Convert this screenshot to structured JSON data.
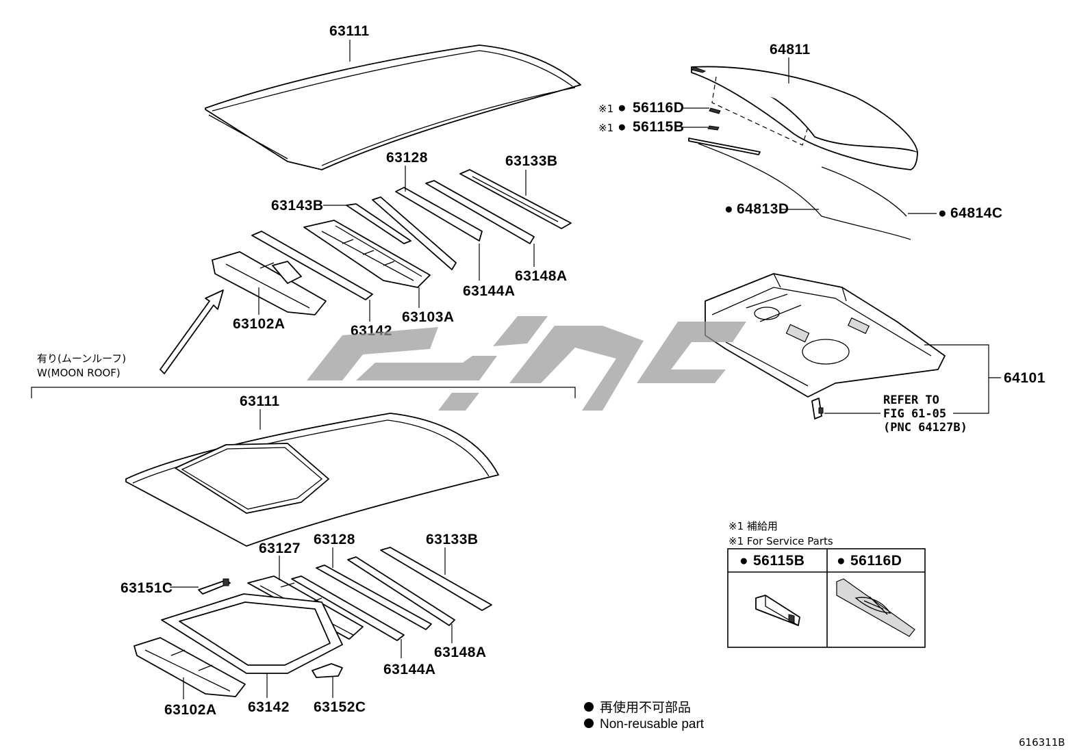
{
  "labels": {
    "roof_top": "63111",
    "rail_63128_top": "63128",
    "rail_63133b_top": "63133B",
    "rail_63143b_top": "63143B",
    "rail_63144a_top": "63144A",
    "rail_63148a_top": "63148A",
    "panel_63103a_top": "63103A",
    "rail_63142_top": "63142",
    "panel_63102a_top": "63102A",
    "roof_moon": "63111",
    "rail_63127": "63127",
    "rail_63128_moon": "63128",
    "rail_63133b_moon": "63133B",
    "bracket_63151c": "63151C",
    "rail_63144a_moon": "63144A",
    "rail_63148a_moon": "63148A",
    "panel_63102a_moon": "63102A",
    "frame_63142_moon": "63142",
    "bracket_63152c": "63152C",
    "glass_64811": "64811",
    "clip_56116d": "56116D",
    "clip_56115b": "56115B",
    "seal_64813d": "64813D",
    "seal_64814c": "64814C",
    "panel_64101": "64101"
  },
  "marks": {
    "service_mark": "※1",
    "dot": "●"
  },
  "moon_roof": {
    "jp": "有り(ムーンルーフ)",
    "en": "W(MOON ROOF)"
  },
  "refer": {
    "line1": "REFER TO",
    "line2": "FIG 61-05",
    "line3": "(PNC 64127B)"
  },
  "service_note": {
    "jp": "※1 補給用",
    "en": "※1 For Service Parts",
    "col1": "56115B",
    "col2": "56116D"
  },
  "legend": {
    "jp": "再使用不可部品",
    "en": "Non-reusable part"
  },
  "figure_id": "616311B",
  "watermark_color": "#9a9a9a"
}
